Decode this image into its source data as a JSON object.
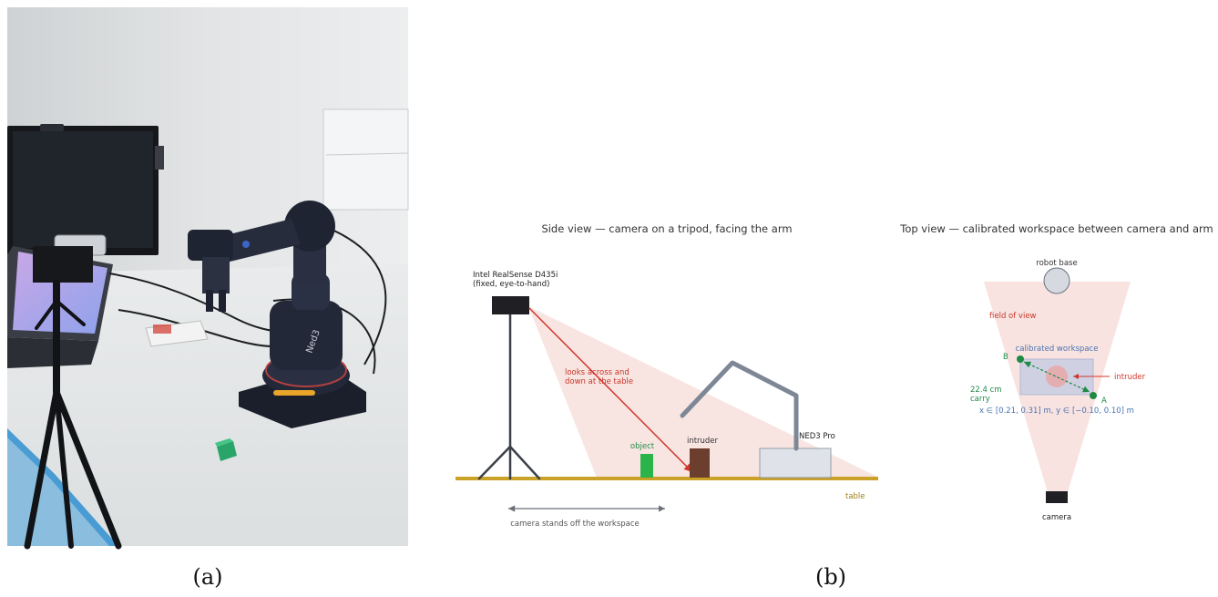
{
  "panel_a": {
    "caption": "(a)",
    "photo": {
      "robot_badge": "Ned3"
    }
  },
  "panel_b": {
    "caption": "(b)",
    "side_view": {
      "title": "Side view — camera on a tripod, facing the arm",
      "camera_label_line1": "Intel RealSense D435i",
      "camera_label_line2": "(fixed, eye-to-hand)",
      "ray_label_line1": "looks across and",
      "ray_label_line2": "down at the table",
      "object_label": "object",
      "intruder_label": "intruder",
      "robot_label": "NED3 Pro",
      "table_label": "table",
      "standoff_label": "camera stands off the workspace",
      "colors": {
        "table": "#c9a227",
        "ray": "#d0362b",
        "fov": "#f6dcd8",
        "object": "#2ab44a",
        "intruder": "#6b3e2e",
        "arm": "#7e8796",
        "camera": "#1f1f24"
      }
    },
    "top_view": {
      "title": "Top view — calibrated workspace between camera and arm",
      "robot_base_label": "robot base",
      "fov_label": "field of view",
      "workspace_label": "calibrated workspace",
      "point_b": "B",
      "point_a": "A",
      "carry_line1": "22.4 cm",
      "carry_line2": "carry",
      "intruder_label": "intruder",
      "range_text": "x ∈ [0.21, 0.31] m,  y ∈ [−0.10, 0.10] m",
      "camera_label": "camera",
      "colors": {
        "workspace": "#4a73b0",
        "carry": "#1e8a44",
        "intruder": "#d0362b"
      }
    }
  }
}
